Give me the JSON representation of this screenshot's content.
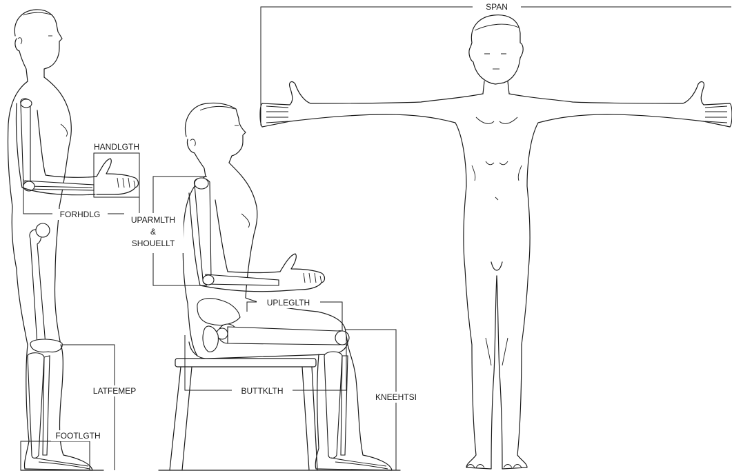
{
  "labels": {
    "span": "SPAN",
    "handlgth": "HANDLGTH",
    "forhdlg": "FORHDLG",
    "uparmlth": "UPARMLTH",
    "amp": "&",
    "shouellt": "SHOUELLT",
    "upleglth": "UPLEGLTH",
    "latfemep": "LATFEMEP",
    "buttklth": "BUTTKLTH",
    "kneehtsi": "KNEEHTSI",
    "footlgth": "FOOTLGTH"
  },
  "figures": [
    "standing-side-figure",
    "seated-side-figure",
    "front-arms-out-figure"
  ]
}
